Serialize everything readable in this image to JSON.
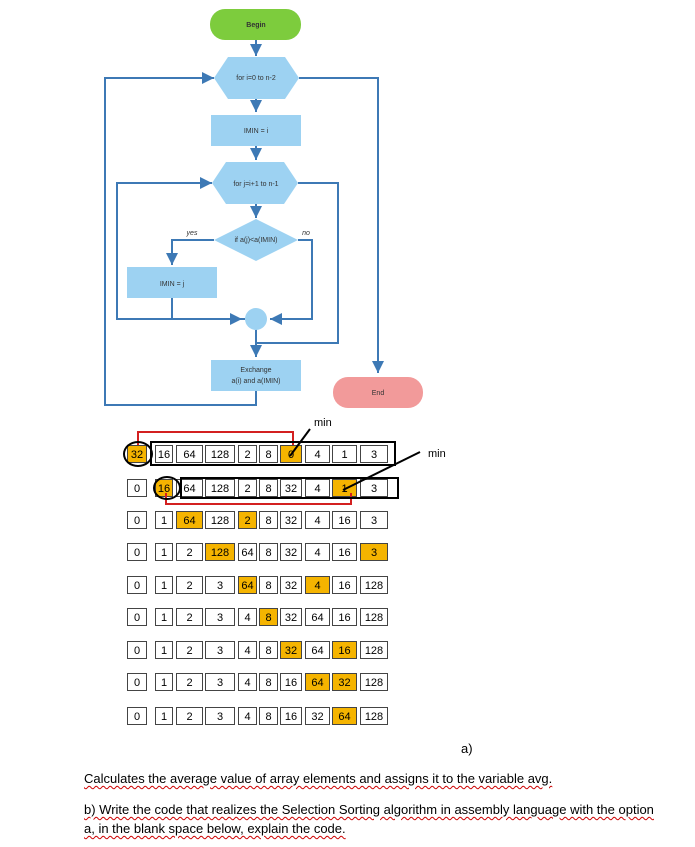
{
  "flowchart": {
    "begin": "Begin",
    "outer_loop": "for i=0 to n-2",
    "assign_min_i": "IMIN = i",
    "inner_loop": "for j=i+1 to n-1",
    "condition": "if a(j)<a(IMIN)",
    "yes_label": "yes",
    "no_label": "no",
    "assign_min_j": "IMIN = j",
    "exchange_line1": "Exchange",
    "exchange_line2": "a(i) and a(IMIN)",
    "end": "End",
    "colors": {
      "terminal_begin": "#7dcc3d",
      "terminal_end": "#f29a9a",
      "process": "#9dd2f2",
      "decision": "#9dd2f2",
      "line": "#3d79b5"
    }
  },
  "sorting_table": {
    "min_label_top": "min",
    "min_label_right": "min",
    "rows": [
      {
        "cells": [
          "32",
          "16",
          "64",
          "128",
          "2",
          "8",
          "0",
          "4",
          "1",
          "3"
        ],
        "highlight": [
          0,
          6
        ]
      },
      {
        "cells": [
          "0",
          "16",
          "64",
          "128",
          "2",
          "8",
          "32",
          "4",
          "1",
          "3"
        ],
        "highlight": [
          1,
          8
        ]
      },
      {
        "cells": [
          "0",
          "1",
          "64",
          "128",
          "2",
          "8",
          "32",
          "4",
          "16",
          "3"
        ],
        "highlight": [
          2,
          4
        ]
      },
      {
        "cells": [
          "0",
          "1",
          "2",
          "128",
          "64",
          "8",
          "32",
          "4",
          "16",
          "3"
        ],
        "highlight": [
          3,
          9
        ]
      },
      {
        "cells": [
          "0",
          "1",
          "2",
          "3",
          "64",
          "8",
          "32",
          "4",
          "16",
          "128"
        ],
        "highlight": [
          4,
          7
        ]
      },
      {
        "cells": [
          "0",
          "1",
          "2",
          "3",
          "4",
          "8",
          "32",
          "64",
          "16",
          "128"
        ],
        "highlight": [
          5
        ]
      },
      {
        "cells": [
          "0",
          "1",
          "2",
          "3",
          "4",
          "8",
          "32",
          "64",
          "16",
          "128"
        ],
        "highlight": [
          6,
          8
        ]
      },
      {
        "cells": [
          "0",
          "1",
          "2",
          "3",
          "4",
          "8",
          "16",
          "64",
          "32",
          "128"
        ],
        "highlight": [
          7,
          8
        ]
      },
      {
        "cells": [
          "0",
          "1",
          "2",
          "3",
          "4",
          "8",
          "16",
          "32",
          "64",
          "128"
        ],
        "highlight": [
          8
        ]
      }
    ],
    "highlight_color": "#f5b400"
  },
  "text": {
    "label_a": "a)",
    "option_a": "Calculates the average value of array elements and assigns it to the variable avg.",
    "option_b_line1": "b) Write the code that realizes the Selection Sorting algorithm in assembly language with the option",
    "option_b_line2": "a, in the blank space below, explain the code."
  }
}
